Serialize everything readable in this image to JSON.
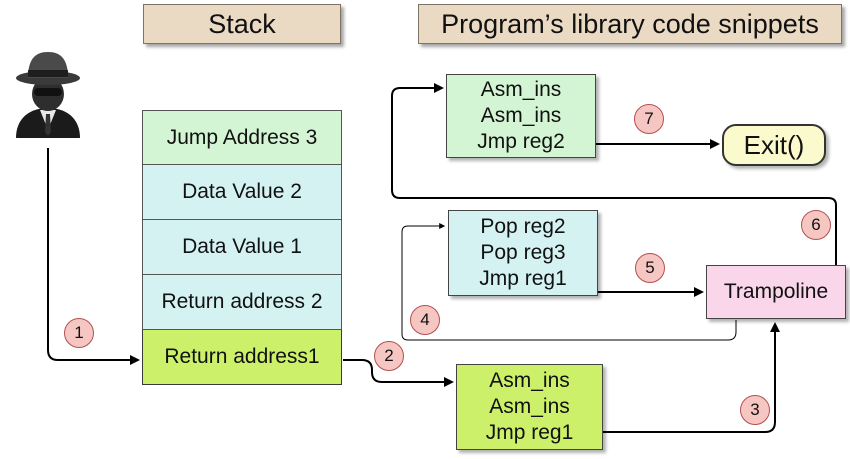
{
  "headers": {
    "stack": "Stack",
    "library": "Program’s library code snippets"
  },
  "stack": {
    "cells": [
      "Jump Address 3",
      "Data Value 2",
      "Data Value 1",
      "Return address 2",
      "Return address1"
    ]
  },
  "snippets": {
    "top": [
      "Asm_ins",
      "Asm_ins",
      "Jmp reg2"
    ],
    "middle": [
      "Pop reg2",
      "Pop reg3",
      "Jmp reg1"
    ],
    "bottom": [
      "Asm_ins",
      "Asm_ins",
      "Jmp reg1"
    ]
  },
  "exit_label": "Exit()",
  "trampoline_label": "Trampoline",
  "steps": [
    "1",
    "2",
    "3",
    "4",
    "5",
    "6",
    "7"
  ],
  "icons": {
    "attacker": "attacker-icon"
  },
  "colors": {
    "header_bg": "#ead9c3",
    "light_green": "#d4f5d4",
    "light_blue": "#d5f2f3",
    "lime": "#cdf06a",
    "exit_bg": "#fbfacc",
    "trampoline_bg": "#f9d6ea",
    "badge_bg": "#f6c7c2"
  }
}
